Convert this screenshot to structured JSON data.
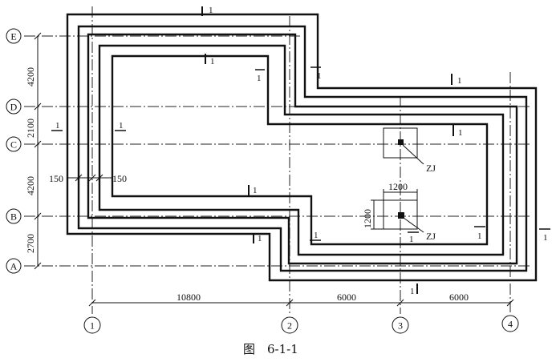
{
  "grid_rows": [
    "E",
    "D",
    "C",
    "B",
    "A"
  ],
  "grid_cols": [
    "1",
    "2",
    "3",
    "4"
  ],
  "row_dims": [
    "4200",
    "2100",
    "4200",
    "2700"
  ],
  "col_dims": [
    "10800",
    "6000",
    "6000"
  ],
  "offset_dims": [
    "150",
    "150"
  ],
  "column_label": "ZJ",
  "pile_cap_dims": [
    "1200",
    "1200"
  ],
  "section_mark": "1",
  "caption": "图　6-1-1"
}
